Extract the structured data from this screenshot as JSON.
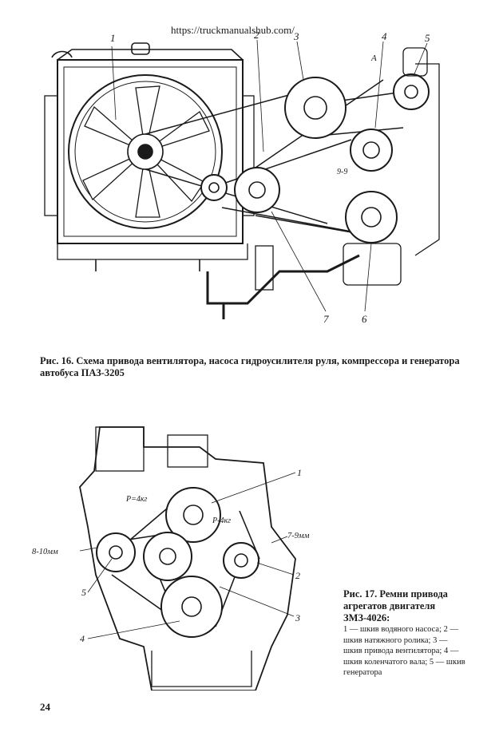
{
  "header": {
    "url": "https://truckmanualshub.com/"
  },
  "figure16": {
    "callouts": [
      "1",
      "2",
      "3",
      "4",
      "5",
      "6",
      "7"
    ],
    "arrow_label": "А",
    "section_mark": "9-9",
    "caption": "Рис. 16. Схема привода вентилятора, насоса гидроусилителя руля, компрессора и генератора автобуса ПАЗ-3205"
  },
  "figure17": {
    "callouts": [
      "1",
      "2",
      "3",
      "4",
      "5"
    ],
    "dims": [
      "8-10мм",
      "7-9мм",
      "P=4кг",
      "P-4кг"
    ],
    "caption_title": "Рис. 17. Ремни привода агрегатов двигателя ЗМЗ-4026:",
    "legend": "1 — шкив водяного насоса; 2 — шкив натяжного ролика; 3 — шкив привода вентилятора; 4 — шкив коленчатого вала; 5 — шкив генератора"
  },
  "footer": {
    "page_number": "24"
  }
}
